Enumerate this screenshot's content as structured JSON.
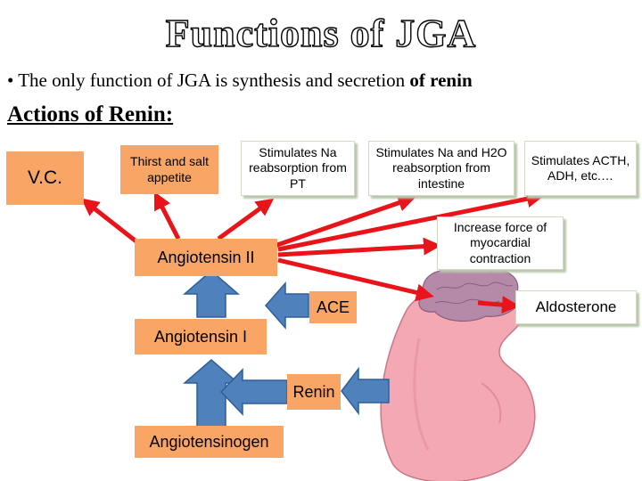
{
  "title": "Functions of JGA",
  "bullet": {
    "marker": "•",
    "text": "The only function of JGA is synthesis and secretion",
    "bold_part": "of renin"
  },
  "heading": "Actions of Renin:",
  "boxes": {
    "vc": "V.C.",
    "thirst": "Thirst and salt appetite",
    "na_pt": "Stimulates Na reabsorption from PT",
    "na_h2o": "Stimulates Na and H2O reabsorption from intestine",
    "acth": "Stimulates ACTH, ADH, etc.…",
    "myocardial": "Increase force of myocardial contraction",
    "angiotensin2": "Angiotensin II",
    "ace": "ACE",
    "aldosterone": "Aldosterone",
    "angiotensin1": "Angiotensin I",
    "renin": "Renin",
    "angiotensinogen": "Angiotensinogen"
  },
  "colors": {
    "box_fill": "#f9a566",
    "red_arrow": "#e8141a",
    "blue_arrow": "#4f81bd",
    "kidney": "#f4a8b4",
    "adrenal": "#b58aa8"
  }
}
